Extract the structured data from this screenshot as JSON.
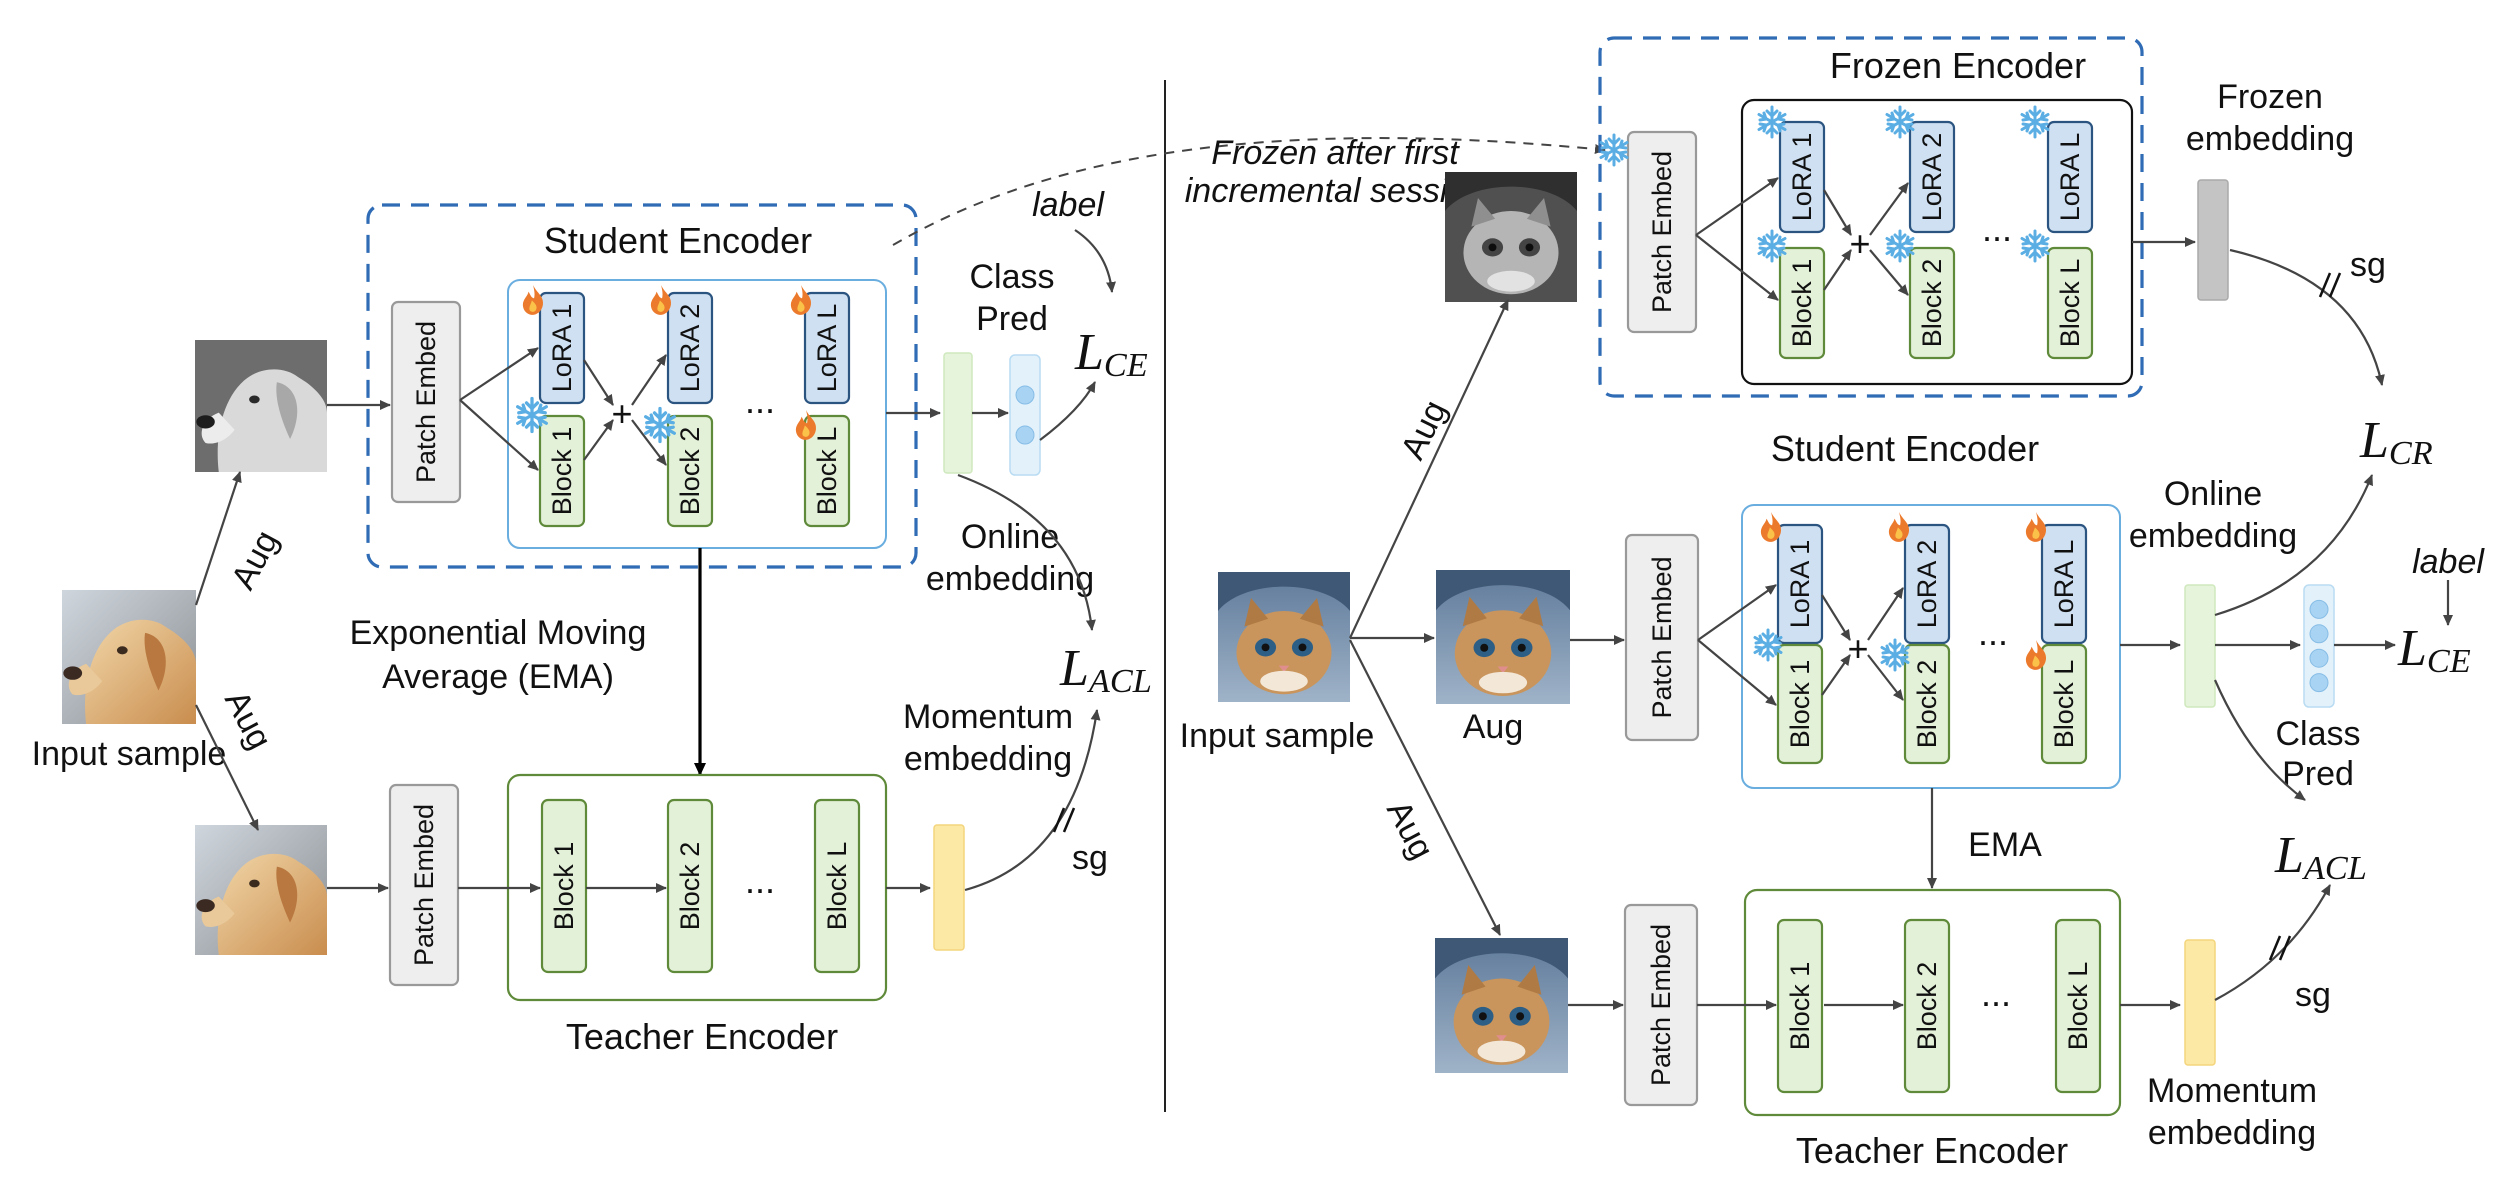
{
  "left": {
    "input_label": "Input sample",
    "aug_upper": "Aug",
    "aug_lower": "Aug",
    "student_encoder": {
      "title": "Student Encoder",
      "patch_embed": "Patch Embed",
      "lora": [
        "LoRA 1",
        "LoRA 2",
        "LoRA L"
      ],
      "blocks": [
        "Block 1",
        "Block 2",
        "Block L"
      ],
      "plus": "+",
      "ellipsis": "..."
    },
    "class_pred": "Class\nPred",
    "label": "label",
    "loss_ce": {
      "main": "L",
      "sub": "CE"
    },
    "online_embedding": "Online\nembedding",
    "ema": "Exponential Moving\nAverage (EMA)",
    "loss_acl": {
      "main": "L",
      "sub": "ACL"
    },
    "momentum_embedding": "Momentum\nembedding",
    "sg": "sg",
    "teacher_encoder": {
      "title": "Teacher Encoder",
      "patch_embed": "Patch Embed",
      "blocks": [
        "Block 1",
        "Block 2",
        "Block L"
      ],
      "ellipsis": "..."
    }
  },
  "right": {
    "frozen_note": "Frozen after first\nincremental session",
    "frozen_encoder": {
      "title": "Frozen Encoder",
      "patch_embed": "Patch Embed",
      "lora": [
        "LoRA 1",
        "LoRA 2",
        "LoRA L"
      ],
      "blocks": [
        "Block 1",
        "Block 2",
        "Block L"
      ],
      "plus": "+",
      "ellipsis": "..."
    },
    "frozen_embedding": "Frozen\nembedding",
    "sg_top": "sg",
    "loss_cr": {
      "main": "L",
      "sub": "CR"
    },
    "student_encoder_title": "Student Encoder",
    "student_encoder": {
      "patch_embed": "Patch Embed",
      "lora": [
        "LoRA 1",
        "LoRA 2",
        "LoRA L"
      ],
      "blocks": [
        "Block 1",
        "Block 2",
        "Block L"
      ],
      "plus": "+",
      "ellipsis": "..."
    },
    "online_embedding": "Online\nembedding",
    "label": "label",
    "loss_ce": {
      "main": "L",
      "sub": "CE"
    },
    "class_pred": "Class\nPred",
    "input_label": "Input sample",
    "aug_top": "Aug",
    "aug_mid": "Aug",
    "aug_bottom": "Aug",
    "ema": "EMA",
    "loss_acl": {
      "main": "L",
      "sub": "ACL"
    },
    "sg_bottom": "sg",
    "teacher_encoder": {
      "title": "Teacher Encoder",
      "patch_embed": "Patch Embed",
      "blocks": [
        "Block 1",
        "Block 2",
        "Block L"
      ],
      "ellipsis": "..."
    },
    "momentum_embedding": "Momentum\nembedding"
  },
  "colors": {
    "dashed_border": "#2f6cb5",
    "encoder_blue_border": "#6aaee0",
    "encoder_green_border": "#5f8a3a",
    "lora_fill": "#cfe0f2",
    "block_fill": "#e4f1d9",
    "patch_fill": "#eeeeee",
    "online_embed": "#e6f4dc",
    "momentum_embed": "#fde9a6",
    "frozen_embed": "#c4c4c4",
    "class_pred_fill": "#e3f1fb",
    "class_pred_dot": "#a9d3f2",
    "fire": "#ec7a2c",
    "snow": "#5aaee3"
  },
  "icons": [
    "fire-icon",
    "snowflake-icon",
    "dog-photo",
    "kitten-photo"
  ]
}
